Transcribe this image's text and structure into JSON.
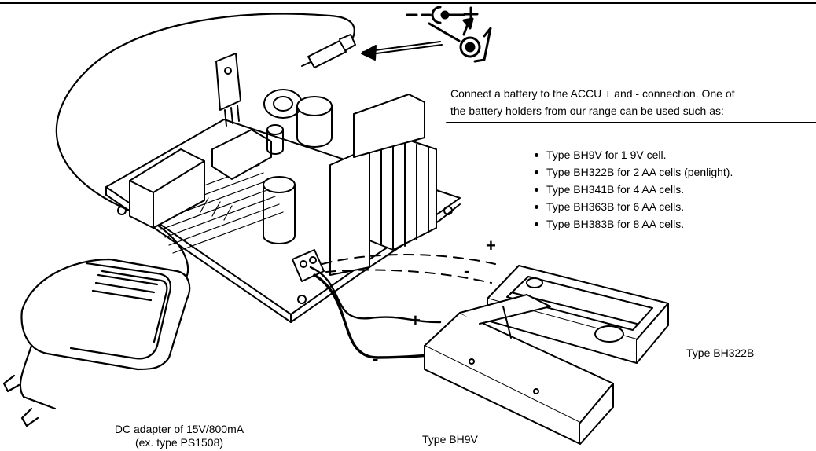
{
  "connect_note": {
    "line1": "Connect a battery to the ACCU + and - connection. One of",
    "line2": "the battery holders from our range can be used such as:"
  },
  "battery_types": [
    "Type BH9V for 1 9V cell.",
    "Type BH322B for 2 AA cells (penlight).",
    "Type BH341B for 4 AA cells.",
    "Type BH363B for 6 AA cells.",
    "Type BH383B for 8 AA cells."
  ],
  "labels": {
    "holder_bh322b": "Type BH322B",
    "holder_bh9v": "Type BH9V",
    "adapter_line1": "DC adapter of 15V/800mA",
    "adapter_line2": "(ex. type PS1508)"
  },
  "polarity": {
    "plus": "+",
    "minus": "-"
  }
}
